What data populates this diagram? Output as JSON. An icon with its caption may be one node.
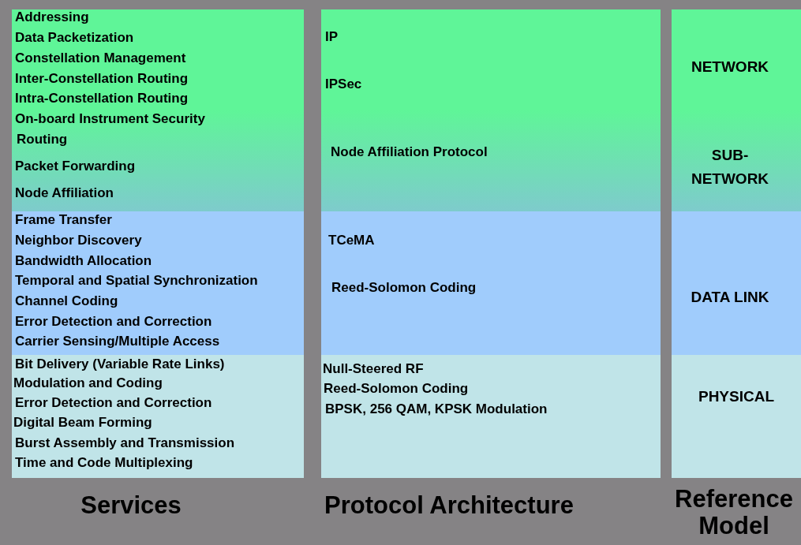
{
  "diagram": {
    "nodes": [
      {
        "text": [
          "Addressing",
          "Data Packetization",
          "Constellation Management",
          "Inter-Constellation Routing",
          "Intra-Constellation Routing",
          "On-board Instrument Security",
          "Routing",
          "Packet Forwarding",
          "Node Affiliation"
        ]
      },
      {
        "text": [
          "IP",
          "IPSec",
          "Node Affiliation Protocol"
        ]
      },
      {
        "text": [
          "NETWORK",
          "SUB- NETWORK"
        ]
      },
      {
        "text": [
          "Frame Transfer",
          "Neighbor Discovery",
          "Bandwidth Allocation",
          "Temporal and Spatial Synchronization",
          "Channel Coding",
          "Error Detection and Correction",
          "Carrier Sensing/Multiple Access"
        ]
      },
      {
        "text": [
          "TCeMA",
          "Reed-Solomon Coding"
        ]
      },
      {
        "text": [
          "DATA LINK"
        ]
      },
      {
        "text": [
          "Bit Delivery (Variable Rate Links)",
          "Modulation and Coding",
          "Error Detection and Correction",
          "Digital Beam Forming",
          "Burst Assembly and Transmission",
          "Time and Code Multiplexing"
        ]
      },
      {
        "text": [
          "Null-Steered RF",
          "Reed-Solomon Coding",
          "BPSK, 256 QAM, KPSK Modulation"
        ]
      },
      {
        "text": [
          "PHYSICAL"
        ]
      }
    ],
    "labels": [
      "Services",
      "Protocol Architecture",
      "Reference Model"
    ]
  }
}
